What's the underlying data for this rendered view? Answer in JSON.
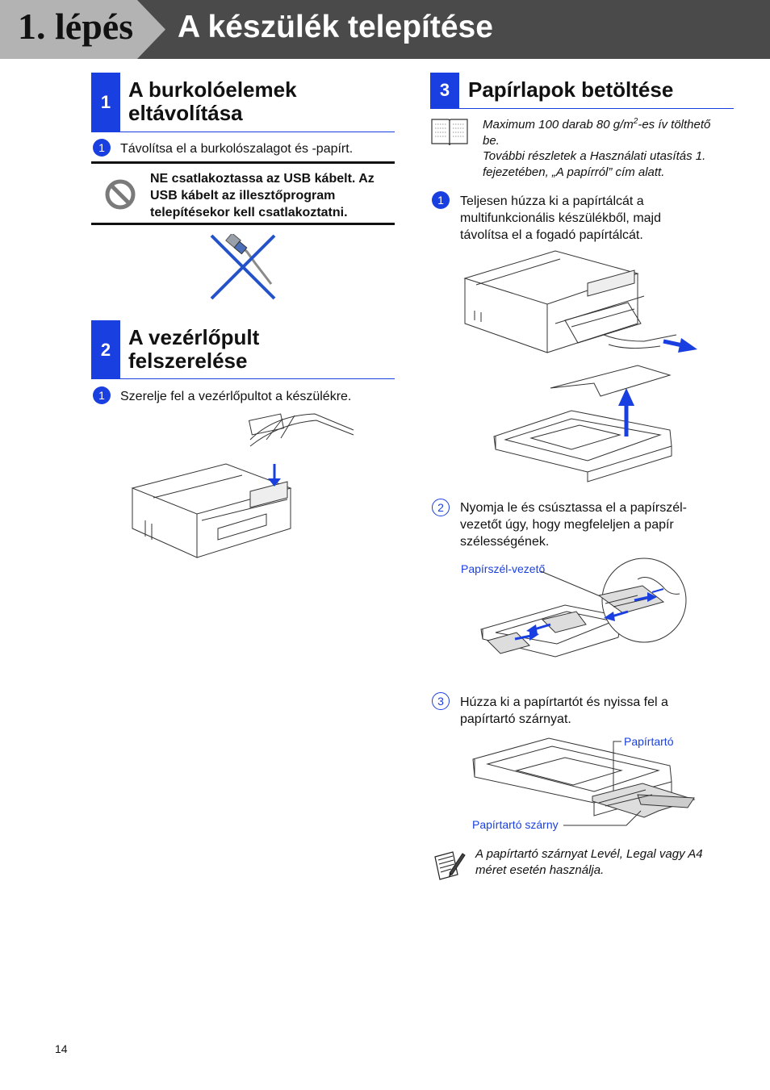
{
  "header": {
    "step_label": "1. lépés",
    "title": "A készülék telepítése"
  },
  "sections": [
    {
      "number": "1",
      "title_line1": "A burkolóelemek",
      "title_line2": "eltávolítása",
      "steps": [
        {
          "marker": "1",
          "text": "Távolítsa el a burkolószalagot és -papírt."
        }
      ],
      "warning": {
        "line1": "NE csatlakoztassa az USB kábelt. Az",
        "line2": "USB kábelt az illesztőprogram",
        "line3": "telepítésekor kell csatlakoztatni."
      }
    },
    {
      "number": "2",
      "title_line1": "A vezérlőpult",
      "title_line2": "felszerelése",
      "steps": [
        {
          "marker": "1",
          "text": "Szerelje fel a vezérlőpultot a készülékre."
        }
      ]
    },
    {
      "number": "3",
      "title_line1": "Papírlapok betöltése",
      "reference_note": {
        "line1_pre": "Maximum 100 darab 80 g/m",
        "line1_sup": "2",
        "line1_post": "-es ív tölthető",
        "line2": "be.",
        "line3": "További részletek a Használati utasítás 1.",
        "line4": "fejezetében, „A papírról” cím alatt."
      },
      "steps": [
        {
          "marker": "1",
          "line1": "Teljesen húzza ki a papírtálcát a",
          "line2": "multifunkcionális készülékből, majd",
          "line3": "távolítsa el a fogadó papírtálcát."
        },
        {
          "marker": "2",
          "line1": "Nyomja le és csúsztassa el a papírszél-",
          "line2": "vezetőt úgy, hogy megfeleljen a papír",
          "line3": "szélességének.",
          "callout": "Papírszél-vezető"
        },
        {
          "marker": "3",
          "line1": "Húzza ki a papírtartót és nyissa fel a",
          "line2": "papírtartó szárnyat.",
          "callout_top": "Papírtartó",
          "callout_bottom": "Papírtartó szárny"
        }
      ],
      "tip_note": {
        "line1": "A papírtartó szárnyat Levél, Legal vagy A4",
        "line2": "méret esetén használja."
      }
    }
  ],
  "page_number": "14",
  "colors": {
    "accent": "#1a3fe0",
    "header_bg": "#4a4a4a",
    "step_tab_bg": "#b3b3b3"
  },
  "icons": [
    "no-entry-icon",
    "usb-crossed-icon",
    "book-icon",
    "note-pencil-icon"
  ]
}
